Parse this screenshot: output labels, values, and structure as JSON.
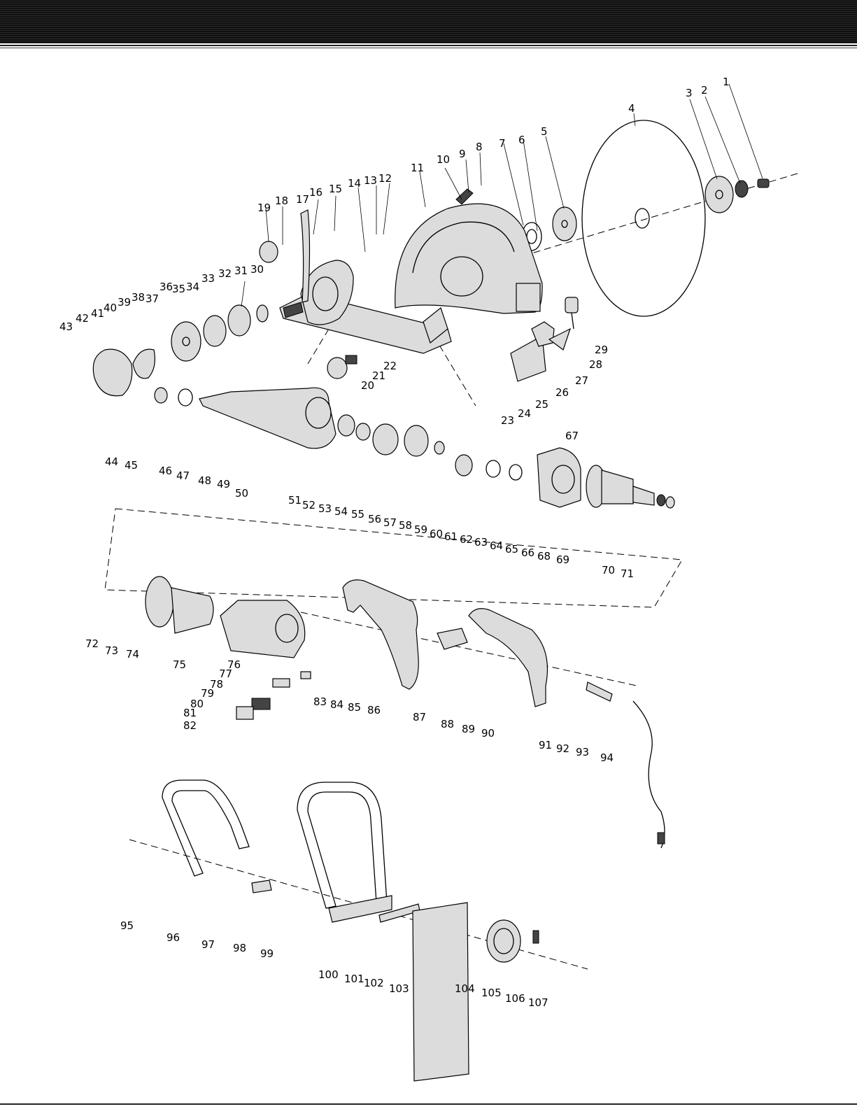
{
  "header": {
    "title": ""
  },
  "labels": [
    "1",
    "2",
    "3",
    "4",
    "5",
    "6",
    "7",
    "8",
    "9",
    "10",
    "11",
    "12",
    "13",
    "14",
    "15",
    "16",
    "17",
    "18",
    "19",
    "20",
    "21",
    "22",
    "23",
    "24",
    "25",
    "26",
    "27",
    "28",
    "29",
    "30",
    "31",
    "32",
    "33",
    "34",
    "35",
    "36",
    "37",
    "38",
    "39",
    "40",
    "41",
    "42",
    "43",
    "44",
    "45",
    "46",
    "47",
    "48",
    "49",
    "50",
    "51",
    "52",
    "53",
    "54",
    "55",
    "56",
    "57",
    "58",
    "59",
    "60",
    "61",
    "62",
    "63",
    "64",
    "65",
    "66",
    "67",
    "68",
    "69",
    "70",
    "71",
    "72",
    "73",
    "74",
    "75",
    "76",
    "77",
    "78",
    "79",
    "80",
    "81",
    "82",
    "83",
    "84",
    "85",
    "86",
    "87",
    "88",
    "89",
    "90",
    "91",
    "92",
    "93",
    "94",
    "95",
    "96",
    "97",
    "98",
    "99",
    "100",
    "101",
    "102",
    "103",
    "104",
    "105",
    "106",
    "107"
  ]
}
